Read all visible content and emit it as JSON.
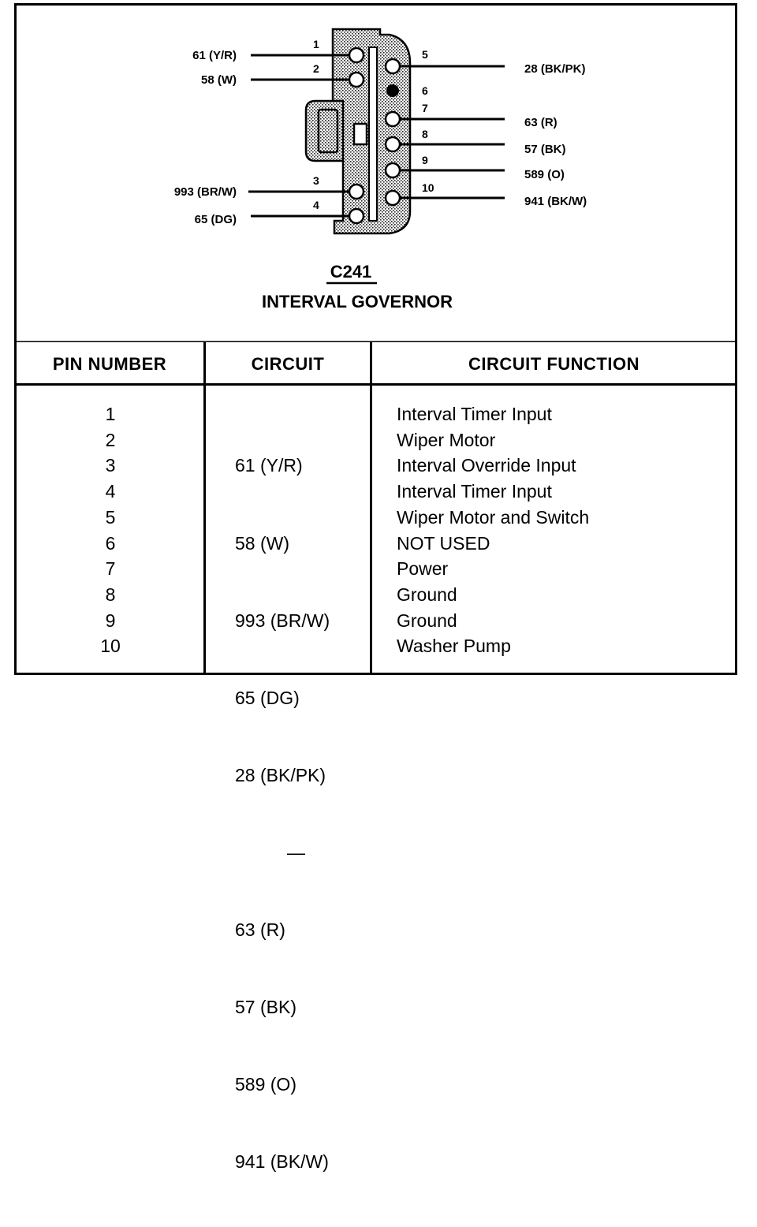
{
  "connector": {
    "id": "C241",
    "name": "INTERVAL GOVERNOR",
    "left_pins": [
      {
        "pin": "1",
        "wire": "61 (Y/R)"
      },
      {
        "pin": "2",
        "wire": "58 (W)"
      },
      {
        "pin": "3",
        "wire": "993 (BR/W)"
      },
      {
        "pin": "4",
        "wire": "65 (DG)"
      }
    ],
    "right_pins": [
      {
        "pin": "5",
        "wire": "28 (BK/PK)"
      },
      {
        "pin": "6",
        "wire": ""
      },
      {
        "pin": "7",
        "wire": "63 (R)"
      },
      {
        "pin": "8",
        "wire": "57 (BK)"
      },
      {
        "pin": "9",
        "wire": "589 (O)"
      },
      {
        "pin": "10",
        "wire": "941 (BK/W)"
      }
    ]
  },
  "table": {
    "headers": {
      "pin": "PIN NUMBER",
      "circuit": "CIRCUIT",
      "function": "CIRCUIT FUNCTION"
    },
    "rows": [
      {
        "pin": "1",
        "circuit": "61  (Y/R)",
        "function": "Interval Timer Input"
      },
      {
        "pin": "2",
        "circuit": "58  (W)",
        "function": "Wiper Motor"
      },
      {
        "pin": "3",
        "circuit": "993  (BR/W)",
        "function": "Interval Override Input"
      },
      {
        "pin": "4",
        "circuit": "65  (DG)",
        "function": "Interval Timer Input"
      },
      {
        "pin": "5",
        "circuit": "28  (BK/PK)",
        "function": "Wiper Motor and Switch"
      },
      {
        "pin": "6",
        "circuit": "—",
        "function": "NOT USED"
      },
      {
        "pin": "7",
        "circuit": "63  (R)",
        "function": "Power"
      },
      {
        "pin": "8",
        "circuit": "57  (BK)",
        "function": "Ground"
      },
      {
        "pin": "9",
        "circuit": "589  (O)",
        "function": "Ground"
      },
      {
        "pin": "10",
        "circuit": "941  (BK/W)",
        "function": "Washer Pump"
      }
    ]
  }
}
